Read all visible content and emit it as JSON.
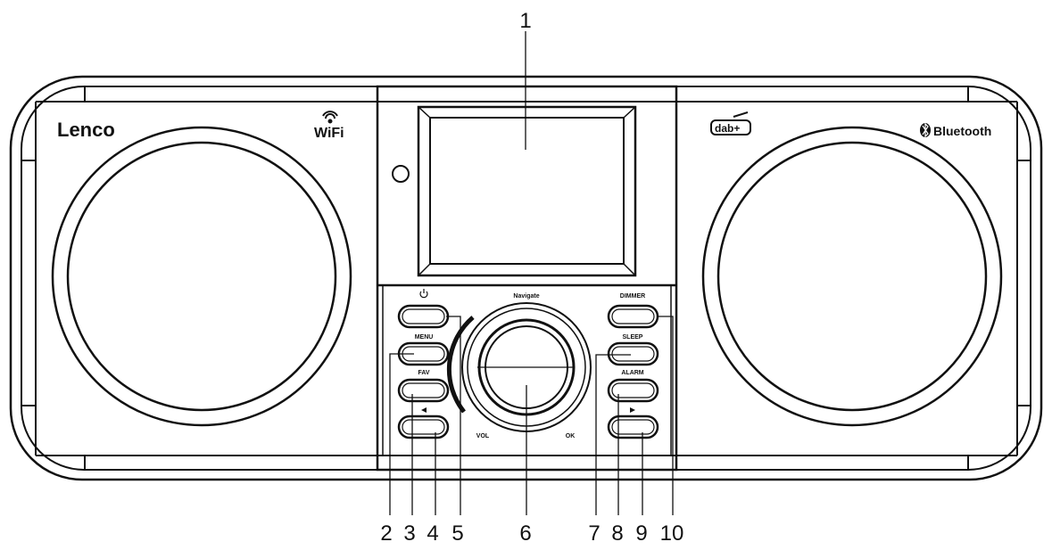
{
  "brand": {
    "name": "Lenco",
    "wifi": "WiFi",
    "dab": "dab+",
    "bluetooth": "Bluetooth"
  },
  "buttons": {
    "left": [
      {
        "label": "",
        "icon": "power-icon",
        "id": "power"
      },
      {
        "label": "MENU",
        "icon": "",
        "id": "menu"
      },
      {
        "label": "FAV",
        "icon": "",
        "id": "fav"
      },
      {
        "label": "",
        "icon": "previous-icon",
        "id": "previous"
      }
    ],
    "right": [
      {
        "label": "DIMMER",
        "icon": "",
        "id": "dimmer"
      },
      {
        "label": "SLEEP",
        "icon": "",
        "id": "sleep"
      },
      {
        "label": "ALARM",
        "icon": "",
        "id": "alarm"
      },
      {
        "label": "",
        "icon": "next-icon",
        "id": "next"
      }
    ]
  },
  "knob": {
    "top_label": "Navigate",
    "left_label": "VOL",
    "right_label": "OK"
  },
  "callouts": {
    "screen": "1",
    "bottom": [
      "2",
      "3",
      "4",
      "5",
      "6",
      "7",
      "8",
      "9",
      "10"
    ]
  },
  "colors": {
    "line": "#111111",
    "background": "#ffffff"
  }
}
